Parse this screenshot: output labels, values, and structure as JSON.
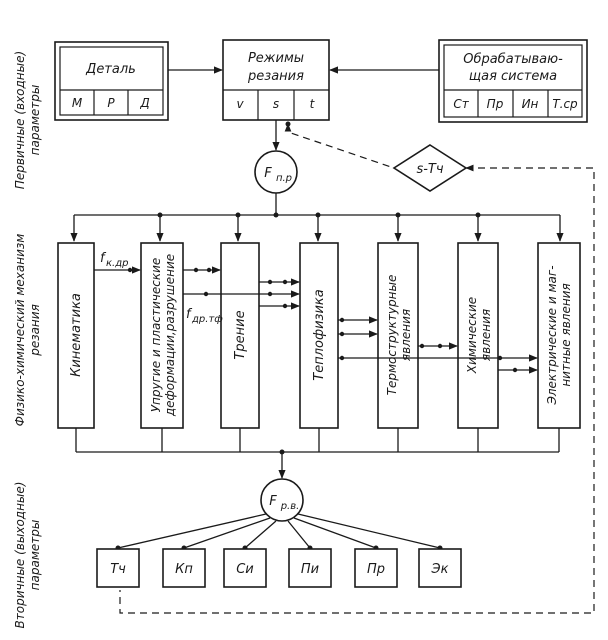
{
  "side_labels": {
    "primary_line1": "Первичные (входные)",
    "primary_line2": "параметры",
    "mechanism_line1": "Физико-химический механизм",
    "mechanism_line2": "резания",
    "secondary_line1": "Вторичные (выходные)",
    "secondary_line2": "параметры"
  },
  "detail": {
    "title": "Деталь",
    "cells": [
      "М",
      "Р",
      "Д"
    ]
  },
  "modes": {
    "title_line1": "Режимы",
    "title_line2": "резания",
    "cells": [
      "v",
      "s",
      "t"
    ]
  },
  "system": {
    "title_line1": "Обрабатываю-",
    "title_line2": "щая система",
    "cells": [
      "Ст",
      "Пр",
      "Ин",
      "Т.ср"
    ]
  },
  "feedback_label": "s-Тч",
  "f_input": "F",
  "f_input_sub": "п.р",
  "f_output": "F",
  "f_output_sub": "р.в.",
  "force_labels": {
    "f_kdr": "f",
    "f_kdr_sub": "к.др",
    "f_drtf": "f",
    "f_drtf_sub": "др.тф"
  },
  "mechanisms": [
    {
      "line1": "Кинематика",
      "line2": ""
    },
    {
      "line1": "Упругие и пластические",
      "line2": "деформации,разрушение"
    },
    {
      "line1": "Трение",
      "line2": ""
    },
    {
      "line1": "Теплофизика",
      "line2": ""
    },
    {
      "line1": "Термоструктурные",
      "line2": "явления"
    },
    {
      "line1": "Химические",
      "line2": "явления"
    },
    {
      "line1": "Электрические и маг-",
      "line2": "нитные явления"
    }
  ],
  "outputs": [
    "Тч",
    "Кп",
    "Си",
    "Пи",
    "Пр",
    "Эк"
  ]
}
